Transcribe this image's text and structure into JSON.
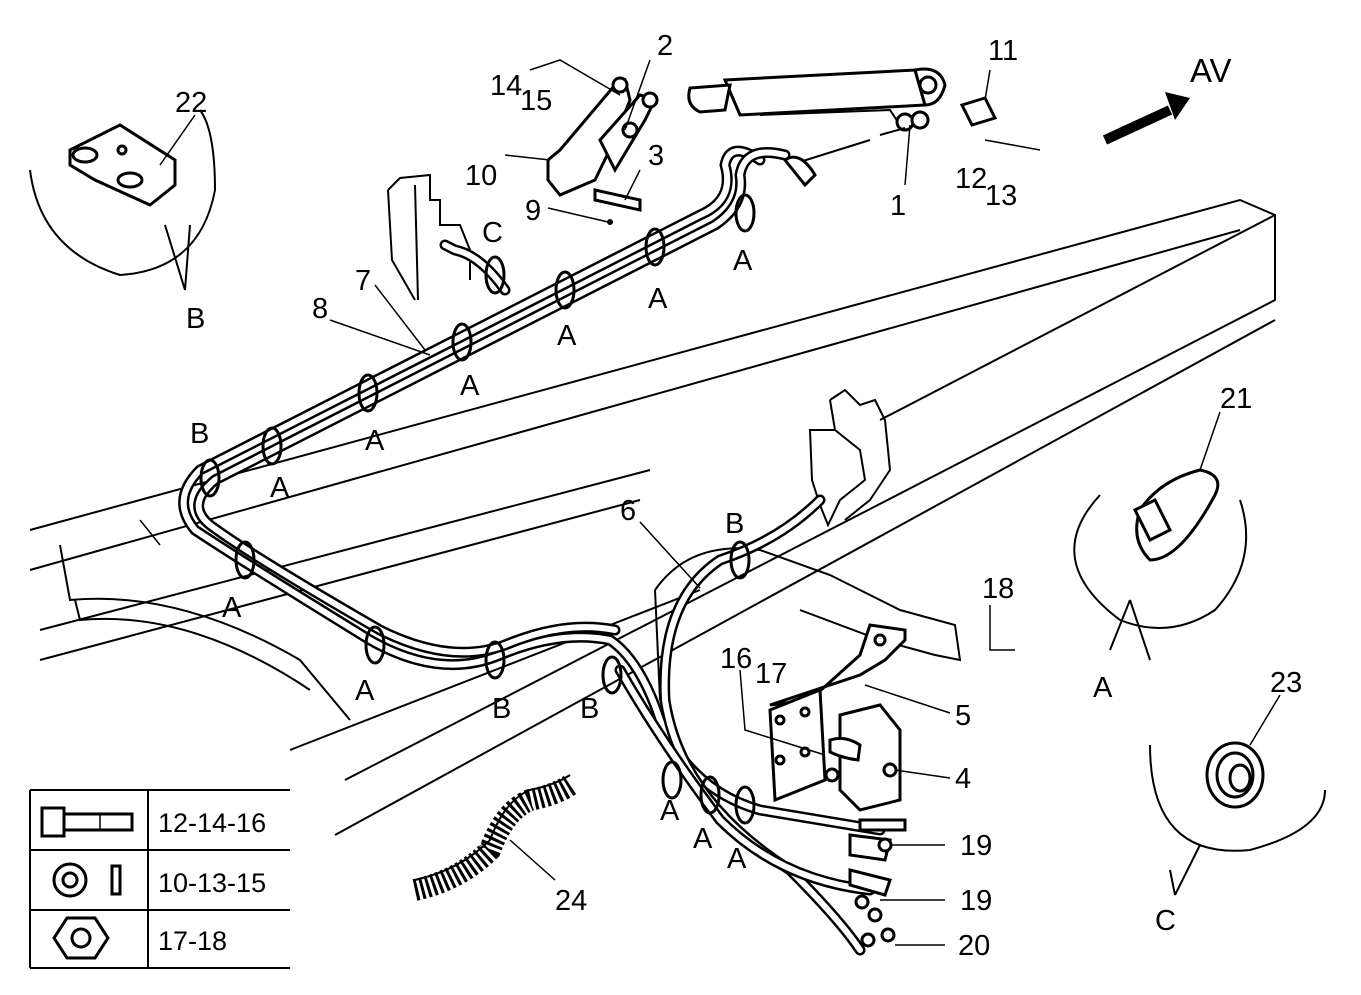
{
  "labels": {
    "direction": "AV",
    "p1": "1",
    "p2": "2",
    "p3": "3",
    "p4": "4",
    "p5": "5",
    "p6": "6",
    "p7": "7",
    "p8": "8",
    "p9": "9",
    "p10": "10",
    "p11": "11",
    "p12": "12",
    "p13": "13",
    "p14": "14",
    "p15": "15",
    "p16": "16",
    "p17": "17",
    "p18": "18",
    "p19a": "19",
    "p19b": "19",
    "p20": "20",
    "p21": "21",
    "p22": "22",
    "p23": "23",
    "p24": "24",
    "clip_a": "A",
    "clip_b": "B",
    "clip_c": "C"
  },
  "legend": {
    "rows": [
      {
        "icon": "bolt-icon",
        "text": "12-14-16"
      },
      {
        "icon": "washer-icon",
        "text": "10-13-15"
      },
      {
        "icon": "nut-icon",
        "text": "17-18"
      }
    ]
  }
}
